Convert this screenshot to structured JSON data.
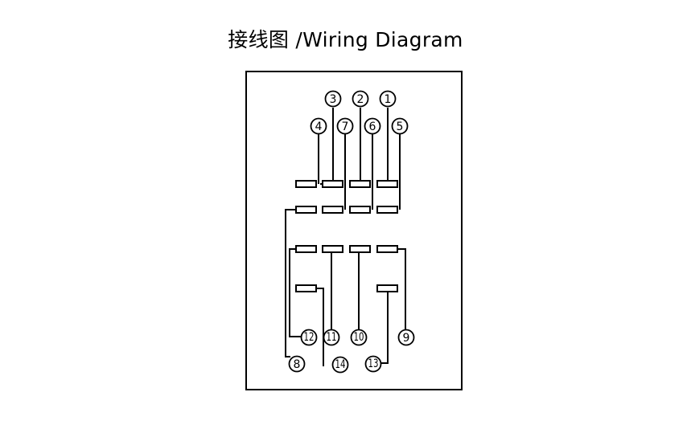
{
  "title": "接线图 /Wiring Diagram",
  "pins": [
    {
      "id": "pin-1",
      "label": "1"
    },
    {
      "id": "pin-2",
      "label": "2"
    },
    {
      "id": "pin-3",
      "label": "3"
    },
    {
      "id": "pin-4",
      "label": "4"
    },
    {
      "id": "pin-5",
      "label": "5"
    },
    {
      "id": "pin-6",
      "label": "6"
    },
    {
      "id": "pin-7",
      "label": "7"
    },
    {
      "id": "pin-8",
      "label": "8"
    },
    {
      "id": "pin-9",
      "label": "9"
    },
    {
      "id": "pin-10",
      "label": "10"
    },
    {
      "id": "pin-11",
      "label": "11"
    },
    {
      "id": "pin-12",
      "label": "12"
    },
    {
      "id": "pin-13",
      "label": "13"
    },
    {
      "id": "pin-14",
      "label": "14"
    }
  ]
}
